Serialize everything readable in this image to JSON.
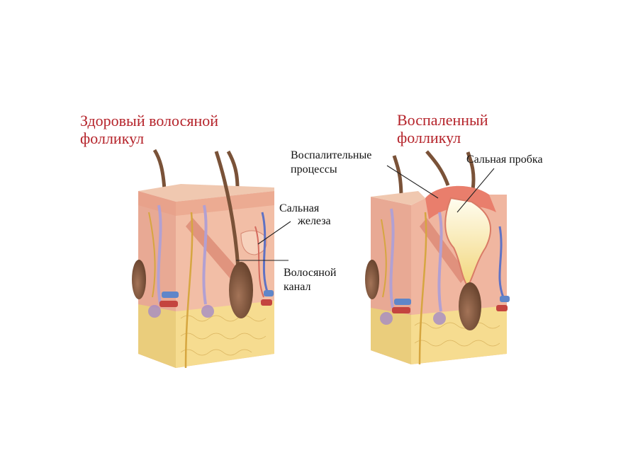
{
  "healthy": {
    "title_line1": "Здоровый волосяной",
    "title_line2": "фолликул",
    "labels": {
      "sebaceous_gland_1": "Сальная",
      "sebaceous_gland_2": "железа",
      "hair_canal_1": "Волосяной",
      "hair_canal_2": "канал"
    }
  },
  "inflamed": {
    "title_line1": "Воспаленный",
    "title_line2": "фолликул",
    "labels": {
      "inflammation_1": "Воспалительные",
      "inflammation_2": "процессы",
      "sebum_plug": "Сальная пробка"
    }
  },
  "colors": {
    "title": "#b5232a",
    "skin": "#eeb59c",
    "fat": "#f3d88c",
    "hair": "#7a5238",
    "plug": "#fbf0c0"
  }
}
